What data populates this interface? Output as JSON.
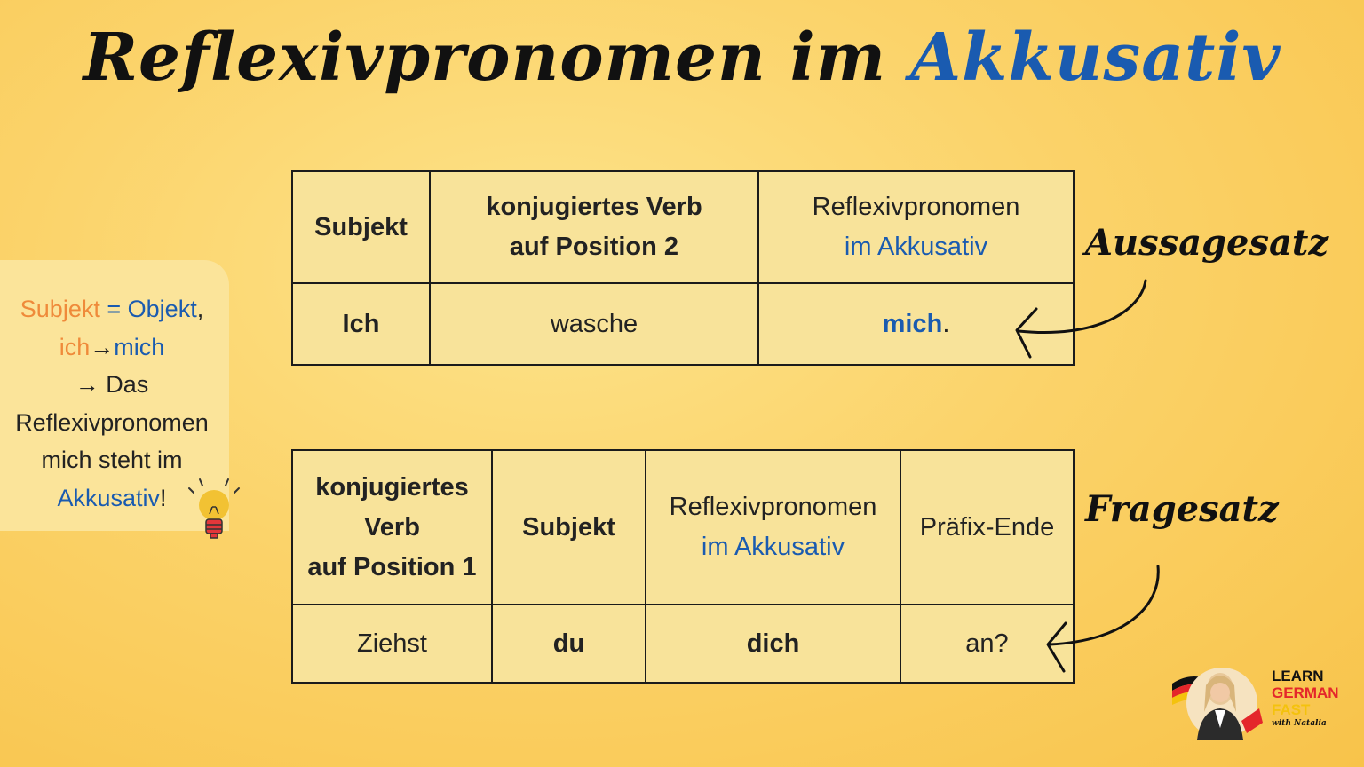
{
  "title": {
    "main": "Reflexivpronomen im",
    "accent": "Akkusativ"
  },
  "note": {
    "subjekt": "Subjekt",
    "equals": "=",
    "objekt": "Objekt",
    "comma": ",",
    "ich": "ich",
    "arrow": "→",
    "mich": "mich",
    "line3": "→ Das",
    "line4": "Reflexivpronomen",
    "line5": "mich steht im",
    "akkusativ": "Akkusativ",
    "exclaim": "!"
  },
  "table1": {
    "header": {
      "subjekt": "Subjekt",
      "verb_line1": "konjugiertes Verb",
      "verb_line2": "auf Position 2",
      "reflex_line1": "Reflexivpronomen",
      "reflex_line2": "im Akkusativ"
    },
    "row": {
      "subject": "Ich",
      "verb": "wasche",
      "pronoun": "mich",
      "period": "."
    }
  },
  "table2": {
    "header": {
      "verb_line1": "konjugiertes",
      "verb_line2": "Verb",
      "verb_line3": "auf Position 1",
      "subjekt": "Subjekt",
      "reflex_line1": "Reflexivpronomen",
      "reflex_line2": "im Akkusativ",
      "prefix": "Präfix-Ende"
    },
    "row": {
      "verb": "Ziehst",
      "subject": "du",
      "pronoun": "dich",
      "prefix": "an?"
    }
  },
  "labels": {
    "aussagesatz": "Aussagesatz",
    "fragesatz": "Fragesatz"
  },
  "logo": {
    "line1": "LEARN",
    "line2": "GERMAN",
    "line3": "FAST",
    "line4": "with Natalia"
  },
  "colors": {
    "orange": "#ef8a3a",
    "blue": "#1a5bb0",
    "cell": "#f8e39a",
    "note": "#fbe49a"
  },
  "icons": [
    "lightbulb-icon",
    "curved-arrow-icon",
    "germany-flag-icon"
  ]
}
